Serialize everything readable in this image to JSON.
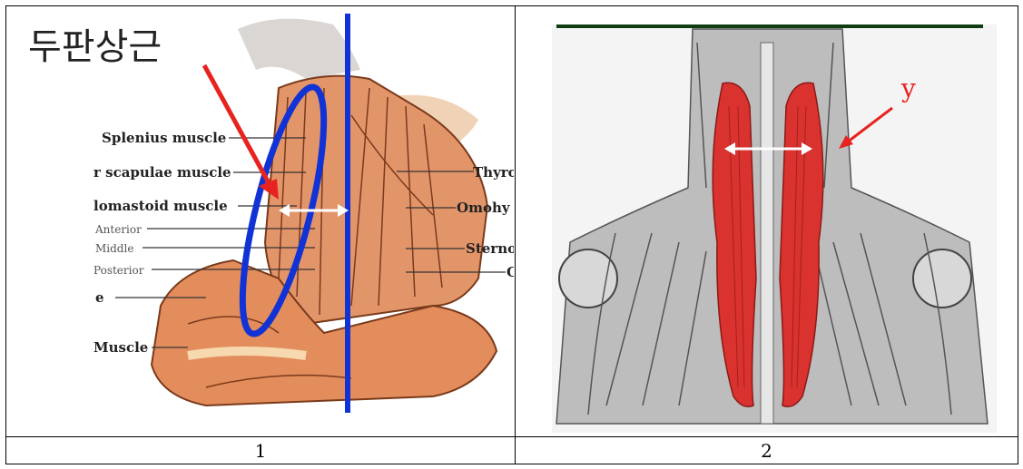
{
  "figure1": {
    "title_ko": "두판상근",
    "labels": [
      "Splenius muscle",
      "r scapulae muscle",
      "lomastoid muscle",
      "Anterior",
      "Middle",
      "Posterior",
      "e",
      "Muscle",
      "Thyro",
      "Omohy",
      "Sternol",
      "C"
    ],
    "caption": "1"
  },
  "figure2": {
    "label_y": "y",
    "caption": "2"
  },
  "colors": {
    "muscle": "#e0895a",
    "highlight_blue": "#1133d6",
    "arrow_red": "#e8231f",
    "muscle_red": "#d9322f",
    "dark_green_line": "#0f3d12"
  }
}
